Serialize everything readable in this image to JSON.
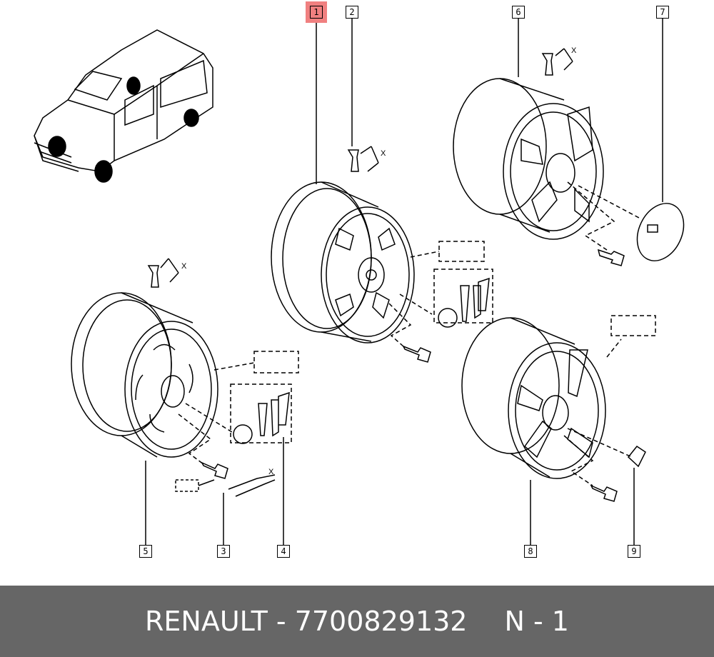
{
  "callouts": [
    {
      "number": "1",
      "highlighted": true
    },
    {
      "number": "2"
    },
    {
      "number": "3"
    },
    {
      "number": "4"
    },
    {
      "number": "5"
    },
    {
      "number": "6"
    },
    {
      "number": "7"
    },
    {
      "number": "8"
    },
    {
      "number": "9"
    }
  ],
  "dimension_label": "X",
  "highlight_color": "#f08080",
  "footer": {
    "brand": "RENAULT",
    "separator": " - ",
    "part_number": "7700829132",
    "position": "N - 1"
  }
}
